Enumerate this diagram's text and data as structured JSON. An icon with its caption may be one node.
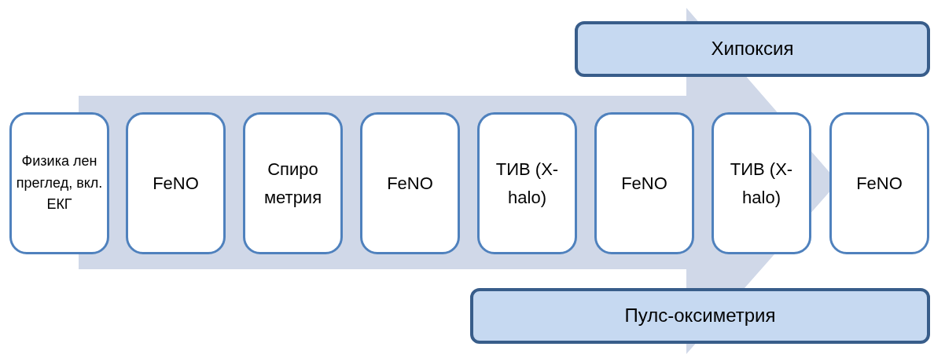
{
  "diagram": {
    "nodes": [
      {
        "text": [
          "Хипоксия"
        ]
      },
      {
        "text": [
          "Физика лен преглед, вкл. ЕКГ"
        ]
      },
      {
        "text": [
          "FeNO"
        ]
      },
      {
        "text": [
          "Спиро метрия"
        ]
      },
      {
        "text": [
          "FeNO"
        ]
      },
      {
        "text": [
          "ТИВ (X-halo)"
        ]
      },
      {
        "text": [
          "FeNO"
        ]
      },
      {
        "text": [
          "ТИВ (X-halo)"
        ]
      },
      {
        "text": [
          "FeNO"
        ]
      },
      {
        "text": [
          "Пулс-оксиметрия"
        ]
      }
    ]
  }
}
